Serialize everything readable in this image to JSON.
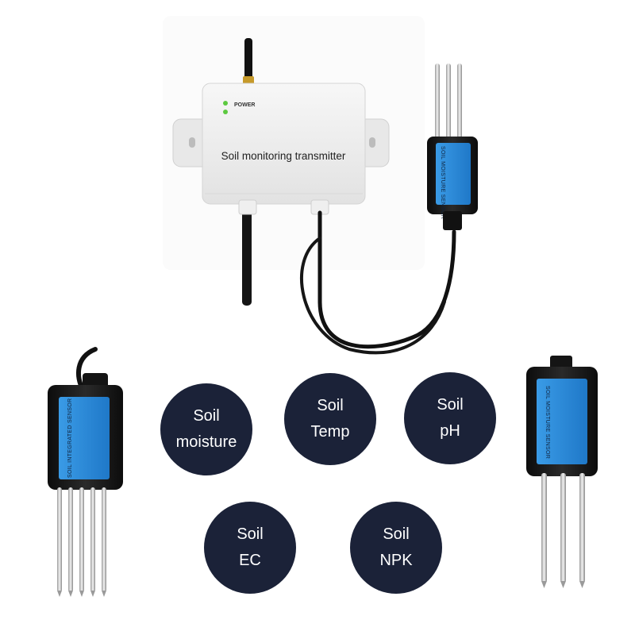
{
  "transmitter": {
    "power_label": "POWER",
    "title": "Soil monitoring transmitter"
  },
  "sensors": {
    "left_label": "SOIL INTEGRATED SENSOR",
    "right_label": "SOIL MOISTURE SENSOR",
    "top_label": "SOIL MOISTURE SENSOR"
  },
  "bubbles": [
    {
      "line1": "Soil",
      "line2": "moisture"
    },
    {
      "line1": "Soil",
      "line2": "Temp"
    },
    {
      "line1": "Soil",
      "line2": "pH"
    },
    {
      "line1": "Soil",
      "line2": "EC"
    },
    {
      "line1": "Soil",
      "line2": "NPK"
    }
  ],
  "colors": {
    "bubble": "#1b2238",
    "sensor_body": "#1a1a1a",
    "sensor_label": "#2a8ad8",
    "transmitter": "#f2f2f2",
    "led": "#5cc940"
  }
}
